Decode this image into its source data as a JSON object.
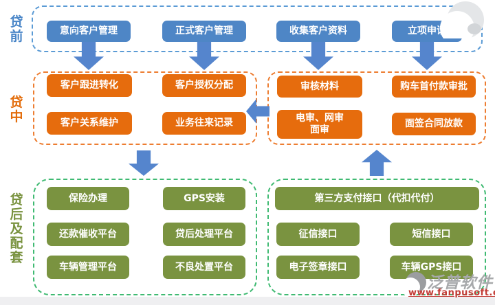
{
  "sections": {
    "pre": {
      "label": "贷前",
      "boxes": [
        {
          "label": "意向客户管理"
        },
        {
          "label": "正式客户管理"
        },
        {
          "label": "收集客户资料"
        },
        {
          "label": "立项申请"
        }
      ]
    },
    "mid": {
      "label": "贷中",
      "left_boxes": [
        {
          "label": "客户跟进转化"
        },
        {
          "label": "客户授权分配"
        },
        {
          "label": "客户关系维护"
        },
        {
          "label": "业务往来记录"
        }
      ],
      "right_boxes": [
        {
          "label": "审核材料"
        },
        {
          "label": "购车首付款审批"
        },
        {
          "label": "电审、网审\n面审"
        },
        {
          "label": "面签合同放款"
        }
      ]
    },
    "post": {
      "label": "贷后及配套",
      "left_boxes": [
        {
          "label": "保险办理"
        },
        {
          "label": "GPS安装"
        },
        {
          "label": "还款催收平台"
        },
        {
          "label": "贷后处理平台"
        },
        {
          "label": "车辆管理平台"
        },
        {
          "label": "不良处置平台"
        }
      ],
      "right_boxes": [
        {
          "label": "第三方支付接口（代扣代付）"
        },
        {
          "label": "征信接口"
        },
        {
          "label": "短信接口"
        },
        {
          "label": "电子签章接口"
        },
        {
          "label": "车辆GPS接口"
        }
      ]
    }
  },
  "watermark": {
    "brand": "泛普软件",
    "url": "www.fanpusoft.com"
  },
  "colors": {
    "pre_box": "#4e86c6",
    "mid_box": "#e66c0d",
    "post_box": "#7a9340",
    "arrow": "#5585cd",
    "pre_border": "#5b9bd5",
    "mid_border": "#ed7d31",
    "post_border": "#3fba72",
    "pre_label": "#4a86c8",
    "mid_label": "#e36c0a",
    "post_label": "#7a9340",
    "watermark_brand": "#a7a9ab",
    "watermark_url": "#c23b35"
  }
}
